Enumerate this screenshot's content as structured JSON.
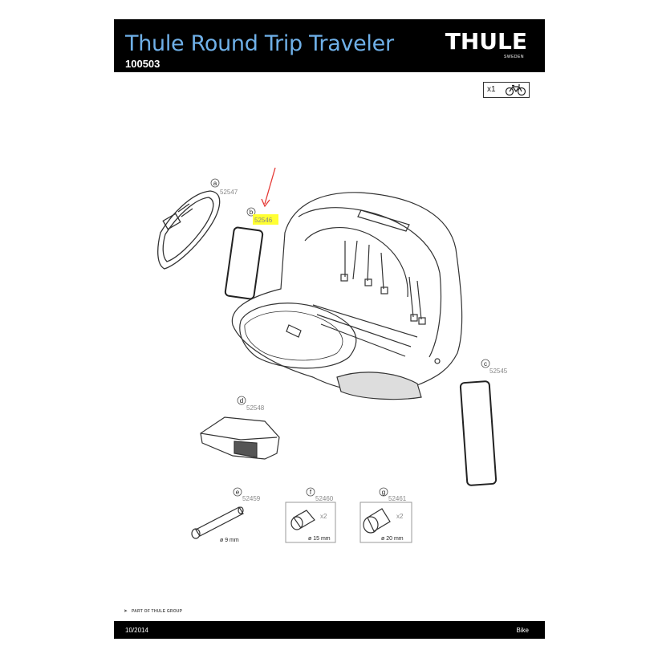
{
  "header": {
    "title": "Thule Round Trip Traveler",
    "code": "100503",
    "logo": "THULE",
    "logo_sub": "SWEDEN"
  },
  "qty": {
    "label": "x1",
    "icon": "bike-icon"
  },
  "parts": [
    {
      "letter": "a",
      "number": "52547"
    },
    {
      "letter": "b",
      "number": "52546",
      "highlight": "#ffff33"
    },
    {
      "letter": "c",
      "number": "52545"
    },
    {
      "letter": "d",
      "number": "52548"
    },
    {
      "letter": "e",
      "number": "52459",
      "size": "ø 9 mm"
    },
    {
      "letter": "f",
      "number": "52460",
      "size": "ø 15 mm",
      "count": "x2"
    },
    {
      "letter": "g",
      "number": "52461",
      "size": "ø 20 mm",
      "count": "x2"
    }
  ],
  "arrow_color": "#e53935",
  "footer": {
    "group": "PART OF THULE GROUP",
    "date": "10/2014",
    "category": "Bike"
  }
}
